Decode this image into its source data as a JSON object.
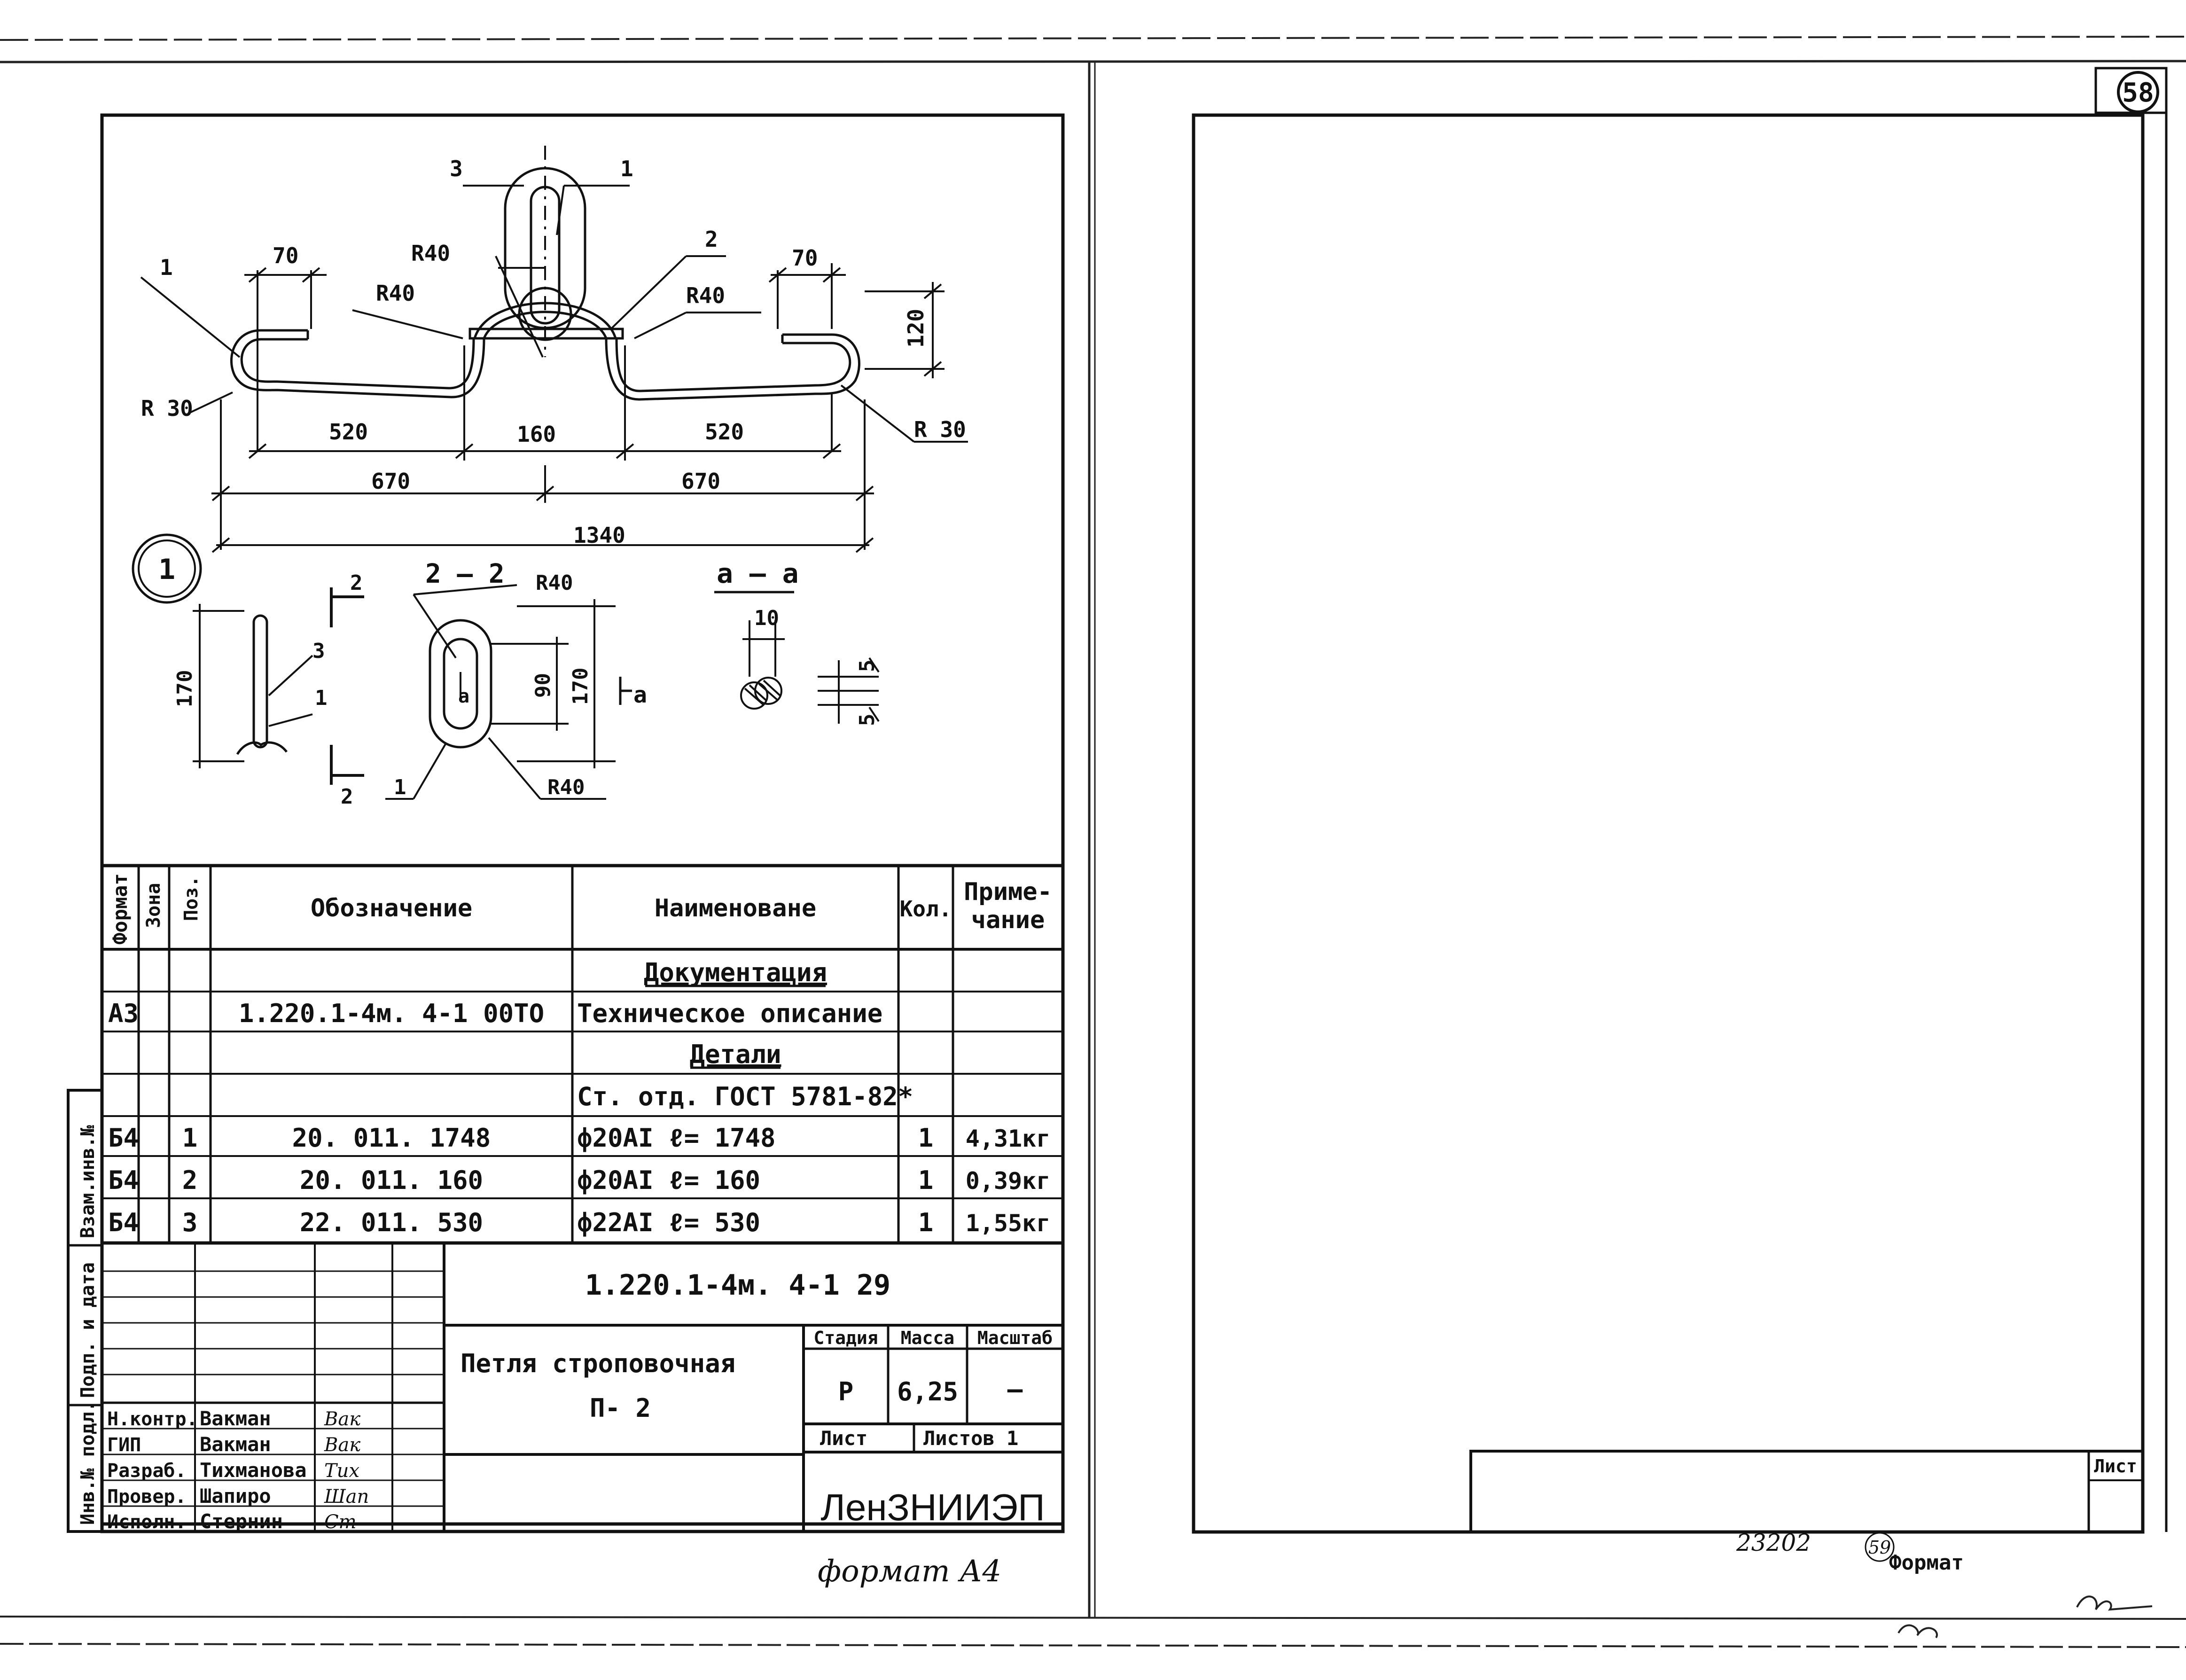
{
  "page_number": "58",
  "next_page_mark": "59",
  "drawing": {
    "callouts": {
      "pos1": "1",
      "pos2": "2",
      "pos3": "3"
    },
    "dims": {
      "d70": "70",
      "d120": "120",
      "d520": "520",
      "d160": "160",
      "d670": "670",
      "d1340": "1340",
      "d170": "170",
      "d90": "90",
      "d10": "10",
      "d5": "5"
    },
    "radii": {
      "r40": "R40",
      "r30": "R 30"
    },
    "detail_mark": "1",
    "section_22": "2 — 2",
    "section_aa": "а — а",
    "section_mark_2": "2",
    "section_mark_a": "а"
  },
  "spec": {
    "headers": {
      "format": "Формат",
      "zone": "Зона",
      "pos": "Поз.",
      "designation": "Обозначение",
      "name": "Наименоване",
      "qty": "Кол.",
      "note1": "Приме-",
      "note2": "чание"
    },
    "rows": [
      {
        "format": "",
        "pos": "",
        "designation": "",
        "name": "Документация",
        "qty": "",
        "note": "",
        "heading": true
      },
      {
        "format": "А3",
        "pos": "",
        "designation": "1.220.1-4м. 4-1     00ТО",
        "name": "Техническое описание",
        "qty": "",
        "note": "",
        "heading": false
      },
      {
        "format": "",
        "pos": "",
        "designation": "",
        "name": "Детали",
        "qty": "",
        "note": "",
        "heading": true
      },
      {
        "format": "",
        "pos": "",
        "designation": "",
        "name": "Ст. отд. ГОСТ 5781-82*",
        "qty": "",
        "note": "",
        "heading": false
      },
      {
        "format": "Б4",
        "pos": "1",
        "designation": "20. 011. 1748",
        "name": "ф20АI     ℓ= 1748",
        "qty": "1",
        "note": "4,31кг",
        "heading": false
      },
      {
        "format": "Б4",
        "pos": "2",
        "designation": "20. 011. 160",
        "name": "ф20АI     ℓ= 160",
        "qty": "1",
        "note": "0,39кг",
        "heading": false
      },
      {
        "format": "Б4",
        "pos": "3",
        "designation": "22. 011. 530",
        "name": "ф22АI     ℓ= 530",
        "qty": "1",
        "note": "1,55кг",
        "heading": false
      }
    ]
  },
  "title_block": {
    "doc_code": "1.220.1-4м. 4-1      29",
    "title_line1": "Петля   строповочная",
    "title_line2": "П- 2",
    "stage_label": "Стадия",
    "mass_label": "Масса",
    "scale_label": "Масштаб",
    "stage_value": "Р",
    "mass_value": "6,25",
    "scale_value": "—",
    "sheet_label": "Лист",
    "sheets_label": "Листов 1",
    "org": "ЛенЗНИИЭП",
    "signers": [
      {
        "role": "Н.контр.",
        "name": "Вакман",
        "sign": "Вак"
      },
      {
        "role": "ГИП",
        "name": "Вакман",
        "sign": "Вак"
      },
      {
        "role": "Разраб.",
        "name": "Тихманова",
        "sign": "Тих"
      },
      {
        "role": "Провер.",
        "name": "Шапиро",
        "sign": "Шап"
      },
      {
        "role": "Исполн.",
        "name": "Стернин",
        "sign": "Ст"
      }
    ]
  },
  "side_stamp": {
    "inv_podl": "Инв.№ подл.",
    "podp_data": "Подп. и дата",
    "vzam_inv": "Взам.инв.№"
  },
  "format_note": "формат А4",
  "right_page": {
    "sheet_label": "Лист",
    "bottom_number": "23202",
    "format_label": "Формат"
  }
}
